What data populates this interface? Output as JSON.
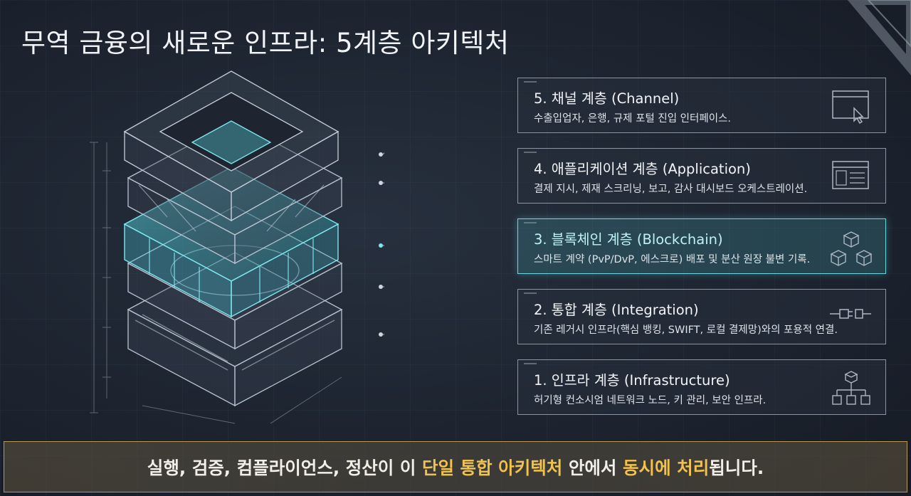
{
  "title": "무역 금융의 새로운 인프라: 5계층 아키텍처",
  "layers": [
    {
      "title": "5. 채널 계층 (Channel)",
      "desc": "수출입업자, 은행, 규제 포털 진입 인터페이스.",
      "icon": "browser-cursor-icon"
    },
    {
      "title": "4. 애플리케이션 계층 (Application)",
      "desc": "결제 지시, 제재 스크리닝, 보고, 감사 대시보드 오케스트레이션.",
      "icon": "dashboard-window-icon"
    },
    {
      "title": "3. 블록체인 계층 (Blockchain)",
      "desc": "스마트 계약 (PvP/DvP, 에스크로) 배포 및 분산 원장 불변 기록.",
      "icon": "cubes-network-icon"
    },
    {
      "title": "2. 통합 계층 (Integration)",
      "desc": "기존 레거시 인프라(핵심 뱅킹, SWIFT, 로컬 결제망)와의 포용적 연결.",
      "icon": "plug-connector-icon"
    },
    {
      "title": "1. 인프라 계층 (Infrastructure)",
      "desc": "허기형 컨소시엄 네트워크 노드, 키 관리, 보안 인프라.",
      "icon": "node-hierarchy-icon"
    }
  ],
  "footer": {
    "part1": "실행, 검증, 컴플라이언스, 정산이 이 ",
    "hl1": "단일 통합 아키텍처",
    "part2": " 안에서 ",
    "hl2": "동시에 처리",
    "part3": "됩니다."
  },
  "colors": {
    "accent": "#6fd6e0",
    "highlight": "#f2c24f",
    "background": "#1d2430"
  }
}
